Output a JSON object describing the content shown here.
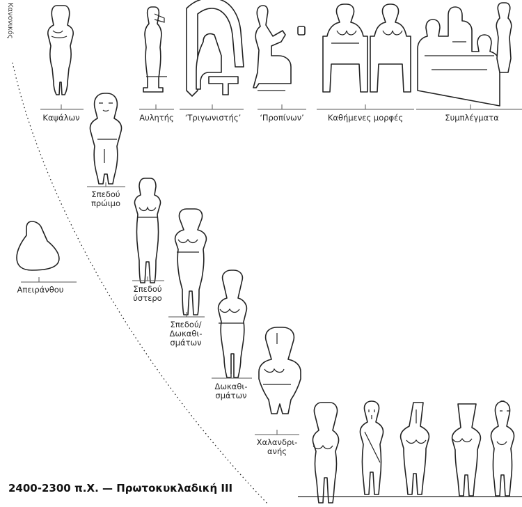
{
  "side_label": "Κανονικός",
  "title": "2400-2300 π.Χ. — Πρωτοκυκλαδική III",
  "labels": {
    "kapsalon": "Καψάλων",
    "aulitis": "Αυλητής",
    "trigonistis": "‘Τριγωνιστής’",
    "propinon": "‘Προπίνων’",
    "kathimenes": "Καθήμενες μορφές",
    "symplegmata": "Συμπλέγματα",
    "spedou_proimo": "Σπεδού\nπρώιμο",
    "apeiranthou": "Απειράνθου",
    "spedou_ystero": "Σπεδού\nύστερο",
    "spedou_dokathi": "Σπεδού/\nΔωκαθι-\nσμάτων",
    "dokathismaton": "Δωκαθι-\nσμάτων",
    "chalandrianis": "Χαλανδρι-\nανής"
  }
}
